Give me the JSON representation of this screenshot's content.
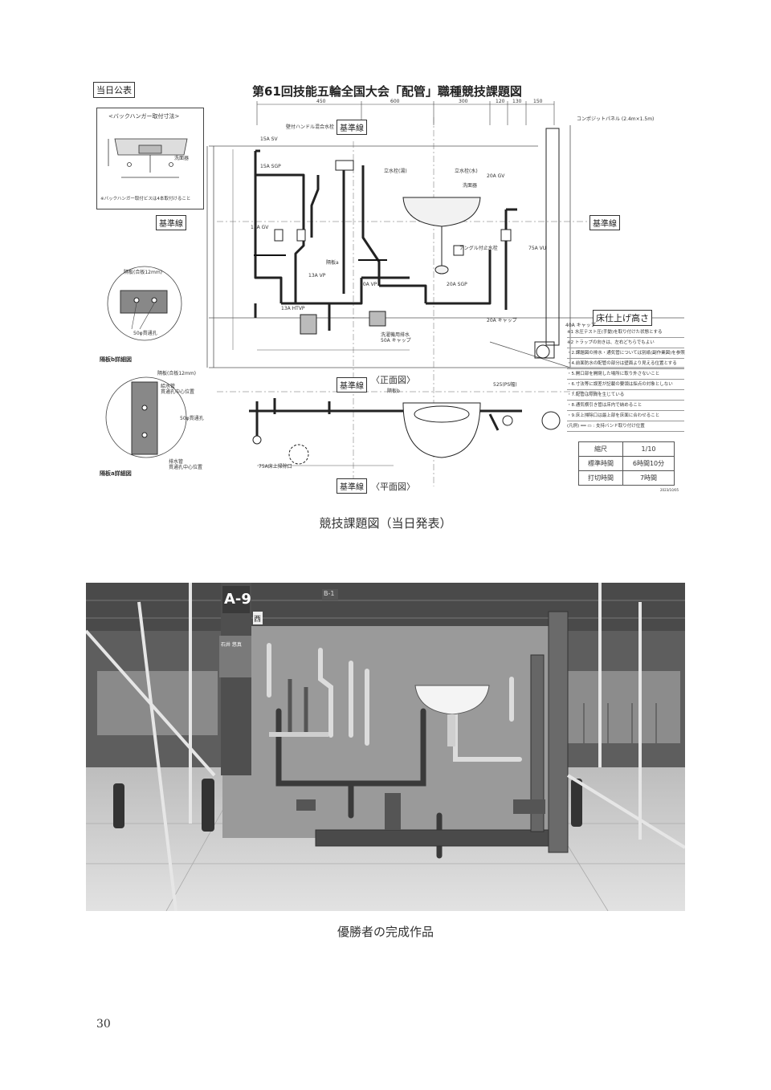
{
  "drawing": {
    "stamp": "当日公表",
    "title": "第61回技能五輪全国大会「配管」職種競技課題図",
    "hanger_title": "<バックハンガー取付寸法>",
    "hanger_note": "※バックハンガー取付ビスは4本取付けること",
    "hanger_label": "洗面器",
    "detail_b_title": "隔板b詳細図",
    "detail_a_title": "隔板a詳細図",
    "detail_b_note": "隔板(合板12mm)",
    "detail_a_note": "隔板(合板12mm)",
    "hole_b": "50φ貫通孔",
    "hole_a": "50φ貫通孔",
    "detail_a_label1": "給水管\n貫通孔中心位置",
    "detail_a_label2": "排水管\n貫通孔中心位置",
    "ref_line": "基準線",
    "floor_line": "床仕上げ高さ",
    "front_view": "〈正面図〉",
    "plan_view": "〈平面図〉",
    "composite_panel": "コンポジットパネル (2.4m×1.5m)",
    "drain_label": "洗濯機用排水\n50A キャップ",
    "top_dims": [
      "450",
      "600",
      "300",
      "120",
      "130",
      "150"
    ],
    "pipe_labels": [
      "15A SV",
      "15A SGP",
      "13A VP",
      "13A HTVP",
      "20A VP",
      "20A SGP",
      "15A GV",
      "20A GV",
      "75A VU",
      "40A キャップ",
      "75A床上掃除口",
      "20A キャップ"
    ],
    "fixture_labels": [
      "壁付ハンドル混合水栓",
      "立水栓(湯)",
      "立水栓(水)",
      "アングル付止水栓",
      "洗面器",
      "隔板a",
      "隔板b",
      "525(PS幅)"
    ],
    "notes": [
      "※1 水圧テスト圧(手動)を取り付けた状態とする",
      "※2 トラップの向きは、左右どちらでもよい",
      "・2.課題図の排水・通気管については別紙(副作業図)を参照",
      "・4.前面防水の配管の部分は壁面より見える位置とする",
      "・5.開口部を開閉した場所に取り外さないこと",
      "・6.寸法等に誤差が記載の要領は採点の対象としない",
      "・7.配管は隙間を生じている",
      "・8.通気横引き管は床内で納めること",
      "・9.床上掃除口は最上部を床面に合わせること",
      "(凡例) ━━ ▭ : 支持バンド取り付け位置"
    ],
    "spec_table": [
      [
        "縮尺",
        "1/10"
      ],
      [
        "標準時間",
        "6時間10分"
      ],
      [
        "打切時間",
        "7時間"
      ]
    ],
    "doc_code": "2023/10/05"
  },
  "caption1": "競技課題図（当日発表）",
  "photo": {
    "booth_label": "A-9",
    "sign_text": "西",
    "small_sign": "B-1",
    "panel_label": "石井 悠真"
  },
  "caption2": "優勝者の完成作品",
  "page_number": "30"
}
